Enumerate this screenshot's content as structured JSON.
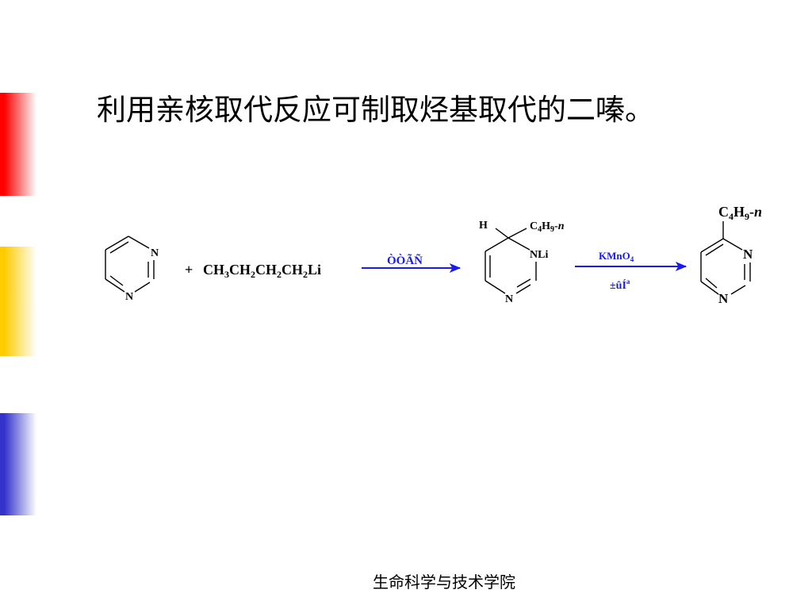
{
  "slide": {
    "title": "利用亲核取代反应可制取烃基取代的二嗪。",
    "footer": "生命科学与技术学院",
    "accent_bars": {
      "colors": [
        "#ff0000",
        "#ffcc00",
        "#3333cc"
      ]
    }
  },
  "scheme": {
    "reactant_ring": {
      "n_labels": [
        "N",
        "N"
      ]
    },
    "plus": "+",
    "reagent": {
      "parts": [
        "CH",
        "3",
        "CH",
        "2",
        "CH",
        "2",
        "CH",
        "2",
        "Li"
      ]
    },
    "arrow1": {
      "label": "ÒÒÃÑ",
      "color": "#1a1aee"
    },
    "intermediate": {
      "h_label": "H",
      "substituent": {
        "c": "C",
        "c_sub": "4",
        "h": "H",
        "h_sub": "9",
        "dash": "-",
        "n": "n"
      },
      "nli_label": "NLi",
      "n_label": "N"
    },
    "arrow2": {
      "reagent": {
        "main": "KMnO",
        "sub": "4"
      },
      "condition": {
        "main": "±ûÍ",
        "sup": "a"
      },
      "color": "#1a1aee"
    },
    "product": {
      "substituent": {
        "c": "C",
        "c_sub": "4",
        "h": "H",
        "h_sub": "9",
        "dash": "-",
        "n": "n"
      },
      "n_labels": [
        "N",
        "N"
      ]
    }
  }
}
